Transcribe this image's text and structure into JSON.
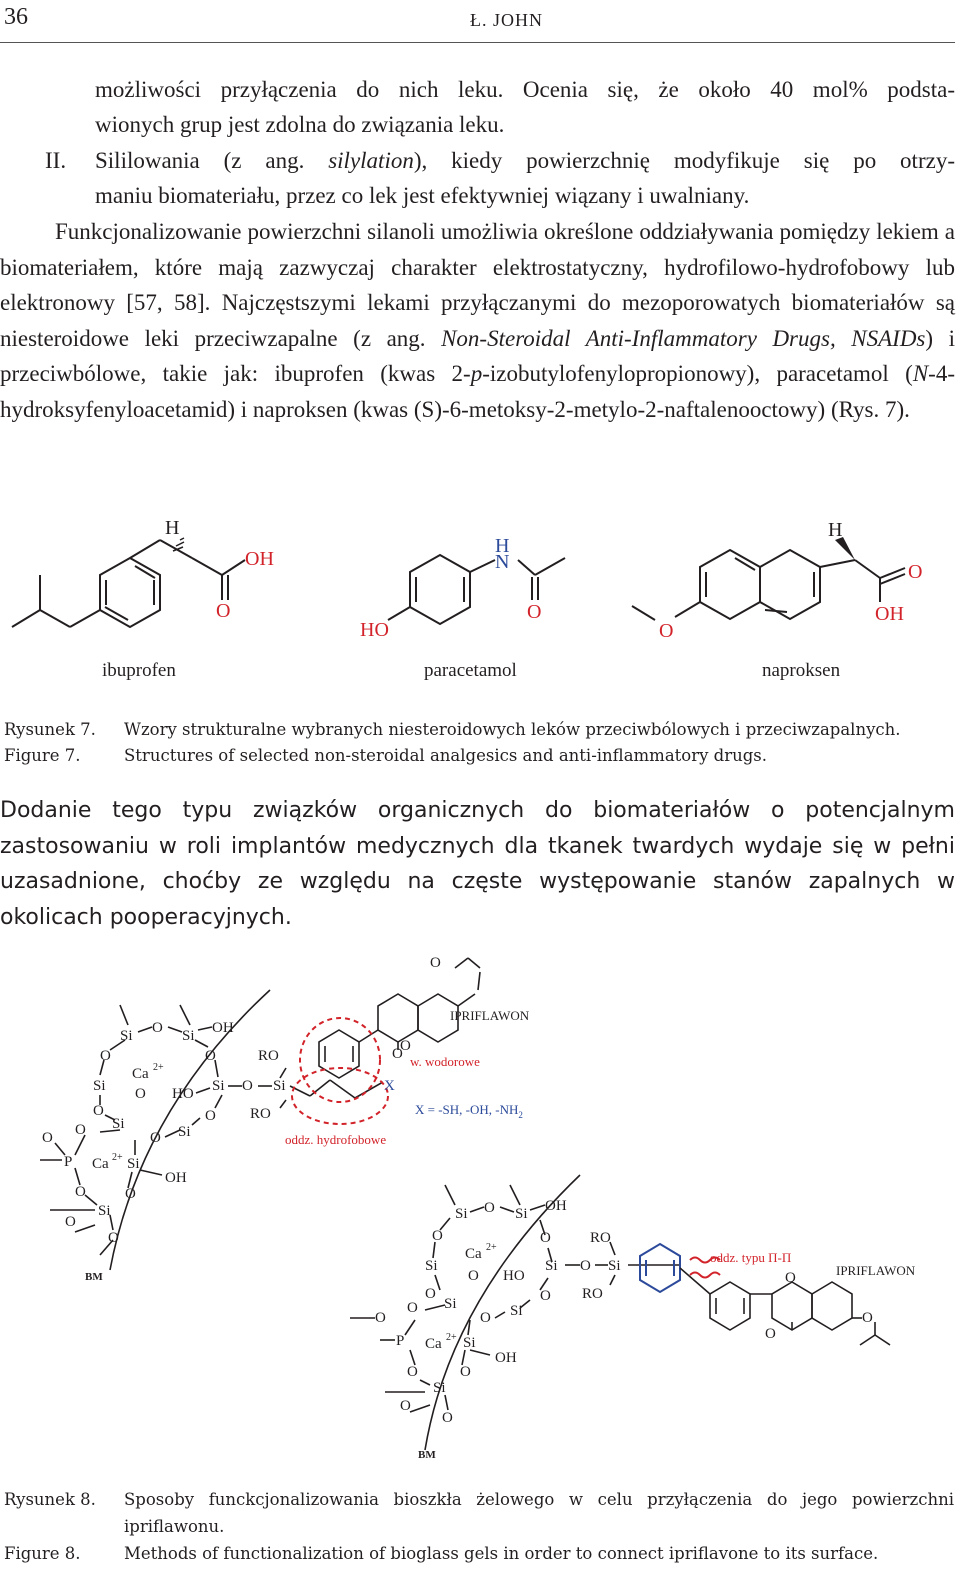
{
  "header": {
    "page_number": "36",
    "running_head": "Ł. JOHN"
  },
  "list_continuation": {
    "line1": "możliwości przyłączenia do nich leku. Ocenia się, że około 40 mol% podsta-",
    "line2": "wionych grup jest zdolna do związania leku."
  },
  "list_item_ii": {
    "marker": "II.",
    "line1_before": "Sililowania (z ang. ",
    "line1_italic": "silylation",
    "line1_after": "), kiedy powierzchnię modyfikuje się po otrzy-",
    "line2": "maniu biomateriału, przez co lek jest efektywniej wiązany i uwalniany."
  },
  "paragraph1": {
    "before_italic": "Funkcjonalizowanie powierzchni silanoli umożliwia określone oddziaływania pomiędzy lekiem a biomateriałem, które mają zazwyczaj charakter elektrostatyczny, hydrofilowo-hydrofobowy lub elektronowy [57, 58]. Najczęstszymi lekami przyłączanymi do mezoporowatych biomateriałów są niesteroidowe leki przeciwzapalne (z ang. ",
    "italic1": "Non-Steroidal Anti-Inflammatory Drugs, NSAIDs",
    "mid1": ") i przeciwbólowe, takie jak: ibuprofen (kwas 2-",
    "italic2": "p",
    "mid2": "-izobutylofenylopropionowy), paracetamol (",
    "italic3": "N",
    "end": "-4-hydroksyfenyloacetamid) i naproksen (kwas (S)-6-metoksy-2-metylo-2-naftalenooctowy) (Rys. 7)."
  },
  "figure7": {
    "labels": {
      "ibuprofen": "ibuprofen",
      "paracetamol": "paracetamol",
      "naproksen": "naproksen"
    },
    "atoms": {
      "H": "H",
      "OH": "OH",
      "O": "O",
      "HO": "HO",
      "N": "N"
    }
  },
  "caption7": {
    "label_pl": "Rysunek 7.",
    "text_pl": "Wzory strukturalne wybranych niesteroidowych leków przeciwbólowych i przeciwzapalnych.",
    "label_en": "Figure 7.",
    "text_en": "Structures of selected non-steroidal analgesics and anti-inflammatory drugs."
  },
  "paragraph2": "Dodanie tego typu związków organicznych do biomateriałów o potencjalnym zastosowaniu w roli implantów medycznych dla tkanek twardych wydaje się w pełni uzasadnione, choćby ze względu na częste występowanie stanów zapalnych w okolicach pooperacyjnych.",
  "figure8": {
    "ipriflawon": "IPRIFLAWON",
    "hbond": "w. wodorowe",
    "x_def": "X = -SH, -OH, -NH",
    "x_sub": "2",
    "x": "X",
    "hydrophobic": "oddz. hydrofobowe",
    "pipi": "oddz. typu Π-Π",
    "bm": "BM",
    "si": "Si",
    "o": "O",
    "oh": "OH",
    "ho": "HO",
    "ro": "RO",
    "p": "P",
    "ca": "Ca",
    "ca_sup": "2+"
  },
  "caption8": {
    "label_pl": "Rysunek 8.",
    "text_pl": "Sposoby funckcjonalizowania bioszkła żelowego w celu przyłączenia do jego powierzchni ipriflawonu.",
    "label_en": "Figure 8.",
    "text_en": "Methods of functionalization of bioglass gels in order to connect ipriflavone to its surface."
  },
  "colors": {
    "text": "#231f20",
    "heteroatom": "#d2232a",
    "blue": "#2b4a9a",
    "red_dashed": "#d2232a"
  }
}
